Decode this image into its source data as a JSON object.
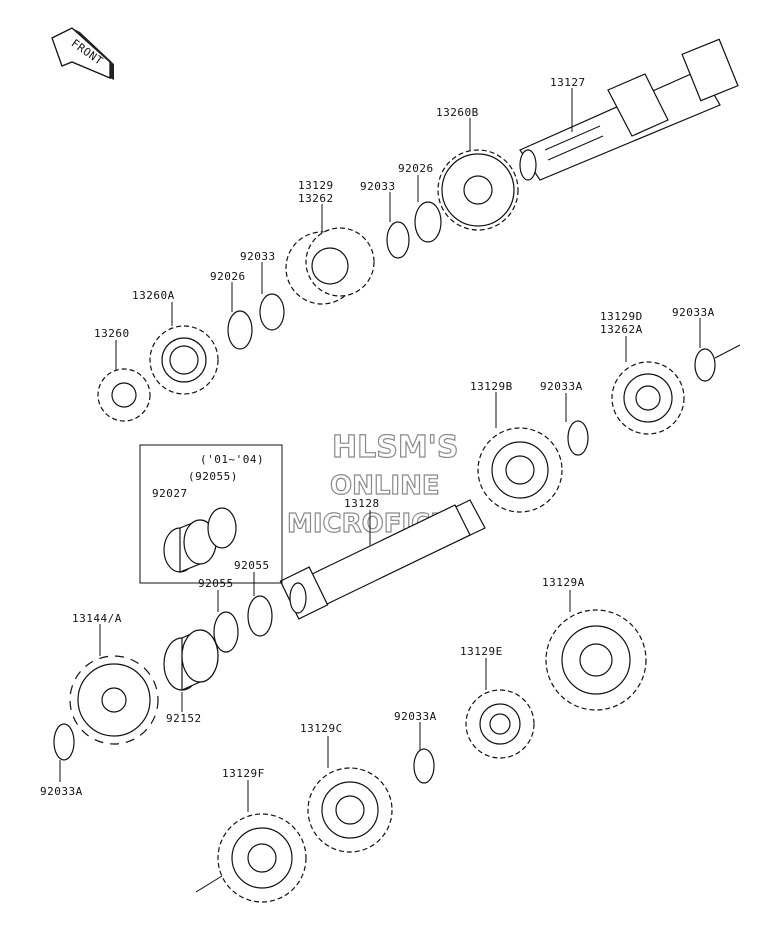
{
  "front_badge": "FRONT",
  "watermark": {
    "line1": "HLSM'S",
    "line2": "ONLINE",
    "line3": "MICROFICHE"
  },
  "labels": {
    "p13127": "13127",
    "p13260B": "13260B",
    "p92026_top": "92026",
    "p92033_top": "92033",
    "p13129": "13129",
    "p13262": "13262",
    "p92033_mid": "92033",
    "p92026_mid": "92026",
    "p13260A": "13260A",
    "p13260": "13260",
    "p13129D": "13129D",
    "p13262A": "13262A",
    "p92033A_right": "92033A",
    "p13129B": "13129B",
    "p92033A_mid": "92033A",
    "p13128": "13128",
    "box_years": "('01~'04)",
    "box_part": "(92055)",
    "p92027": "92027",
    "p92055_a": "92055",
    "p92055_b": "92055",
    "p13144": "13144/A",
    "p92152": "92152",
    "p92033A_left": "92033A",
    "p13129A": "13129A",
    "p13129E": "13129E",
    "p13129C": "13129C",
    "p92033A_low": "92033A",
    "p13129F": "13129F"
  }
}
